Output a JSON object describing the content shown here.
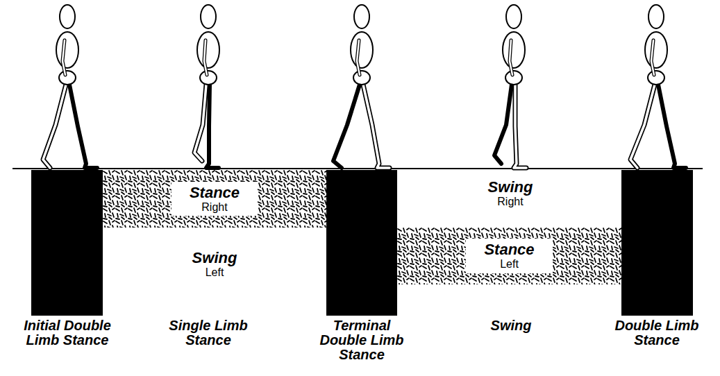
{
  "diagram": {
    "nodes": [
      {
        "text": [
          "Stance",
          "Right"
        ]
      },
      {
        "text": [
          "Stance",
          "Left"
        ]
      }
    ],
    "labels": [
      "Swing",
      "Right",
      "Swing",
      "Left",
      "Initial Double Limb Stance",
      "Single Limb Stance",
      "Terminal Double Limb Stance",
      "Swing",
      "Double Limb Stance"
    ]
  }
}
